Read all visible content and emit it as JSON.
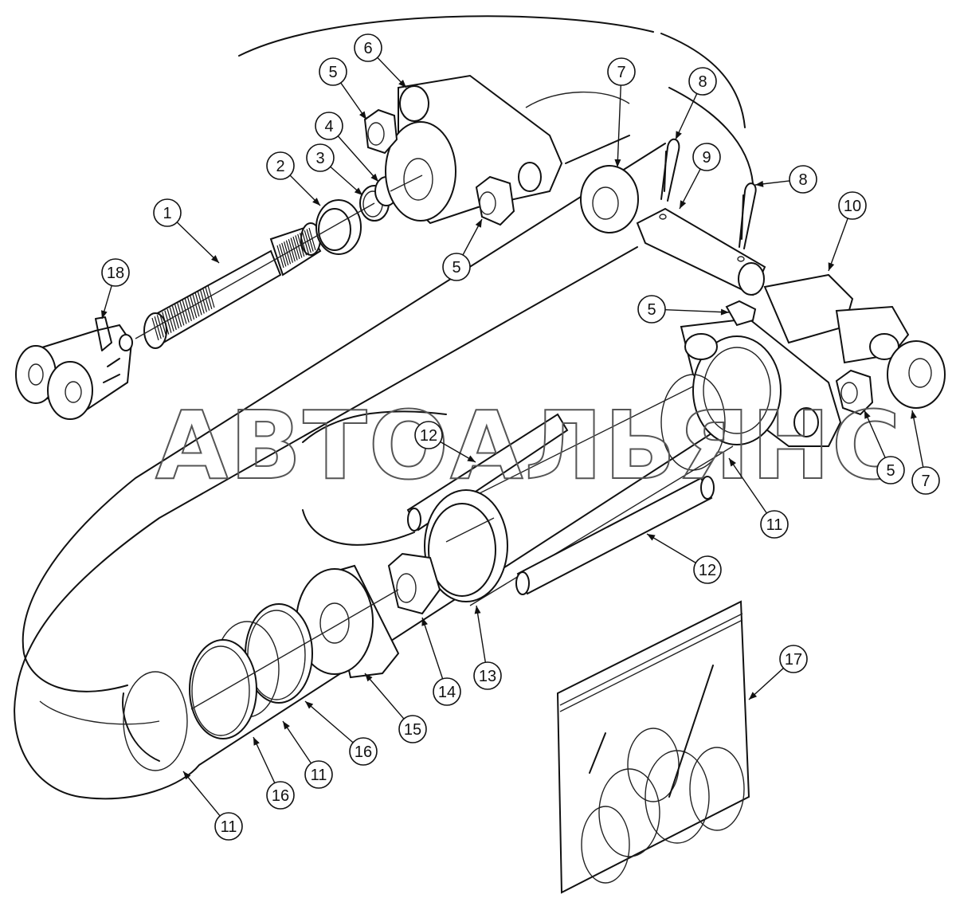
{
  "watermark": "АВТОАЛЬЯНС",
  "callouts": [
    {
      "label": "1"
    },
    {
      "label": "2"
    },
    {
      "label": "3"
    },
    {
      "label": "4"
    },
    {
      "label": "5"
    },
    {
      "label": "5"
    },
    {
      "label": "5"
    },
    {
      "label": "5"
    },
    {
      "label": "6"
    },
    {
      "label": "7"
    },
    {
      "label": "7"
    },
    {
      "label": "8"
    },
    {
      "label": "8"
    },
    {
      "label": "9"
    },
    {
      "label": "10"
    },
    {
      "label": "11"
    },
    {
      "label": "11"
    },
    {
      "label": "11"
    },
    {
      "label": "12"
    },
    {
      "label": "12"
    },
    {
      "label": "13"
    },
    {
      "label": "14"
    },
    {
      "label": "15"
    },
    {
      "label": "16"
    },
    {
      "label": "16"
    },
    {
      "label": "17"
    },
    {
      "label": "18"
    }
  ]
}
